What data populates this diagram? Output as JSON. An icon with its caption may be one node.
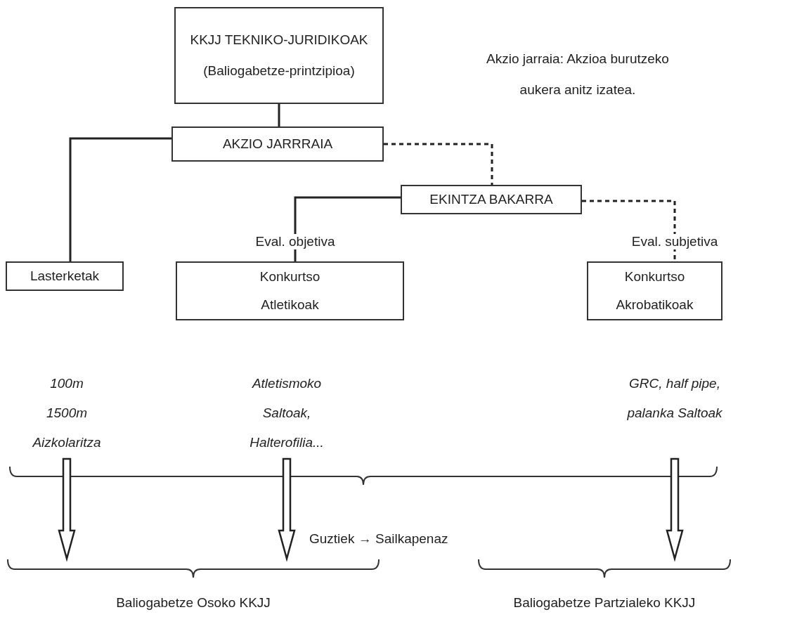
{
  "diagram": {
    "nodes": [
      {
        "text": [
          "KKJJ TEKNIKO-JURIDIKOAK (Baliogabetze-printzipioa)"
        ]
      },
      {
        "text": [
          "AKZIO JARRRAIA"
        ]
      },
      {
        "text": [
          "EKINTZA BAKARRA"
        ]
      },
      {
        "text": [
          "Lasterketak"
        ]
      },
      {
        "text": [
          "Konkurtso Atletikoak"
        ]
      },
      {
        "text": [
          "Konkurtso Akrobatikoak"
        ]
      },
      {
        "text": [
          "100m 1500m Aizkolaritza"
        ]
      },
      {
        "text": [
          "Atletismoko Saltoak, Halterofilia..."
        ]
      },
      {
        "text": [
          "GRC, half pipe, palanka Saltoak"
        ]
      },
      {
        "text": [
          "Baliogabetze Osoko KKJJ"
        ]
      },
      {
        "text": [
          "Baliogabetze Partzialeko KKJJ"
        ]
      }
    ],
    "edges": [
      {
        "from": 0,
        "to": 1,
        "arrow": "none"
      },
      {
        "from": 1,
        "to": 3,
        "arrow": "none"
      },
      {
        "from": 1,
        "to": 2,
        "arrow": "none",
        "style": "dashed"
      },
      {
        "from": 2,
        "to": 4,
        "arrow": "none",
        "label": "Eval. objetiva"
      },
      {
        "from": 2,
        "to": 5,
        "arrow": "none",
        "label": "Eval. subjetiva",
        "style": "dashed"
      },
      {
        "from": 6,
        "to": 9,
        "arrow": "to",
        "style": "thick"
      },
      {
        "from": 7,
        "to": 9,
        "arrow": "to",
        "style": "thick"
      },
      {
        "from": 8,
        "to": 10,
        "arrow": "to",
        "style": "thick"
      }
    ],
    "labels": [
      "Akzio jarraia: Akzioa burutzeko aukera anitz izatea.",
      "Guztiek → Sailkapenaz"
    ]
  }
}
